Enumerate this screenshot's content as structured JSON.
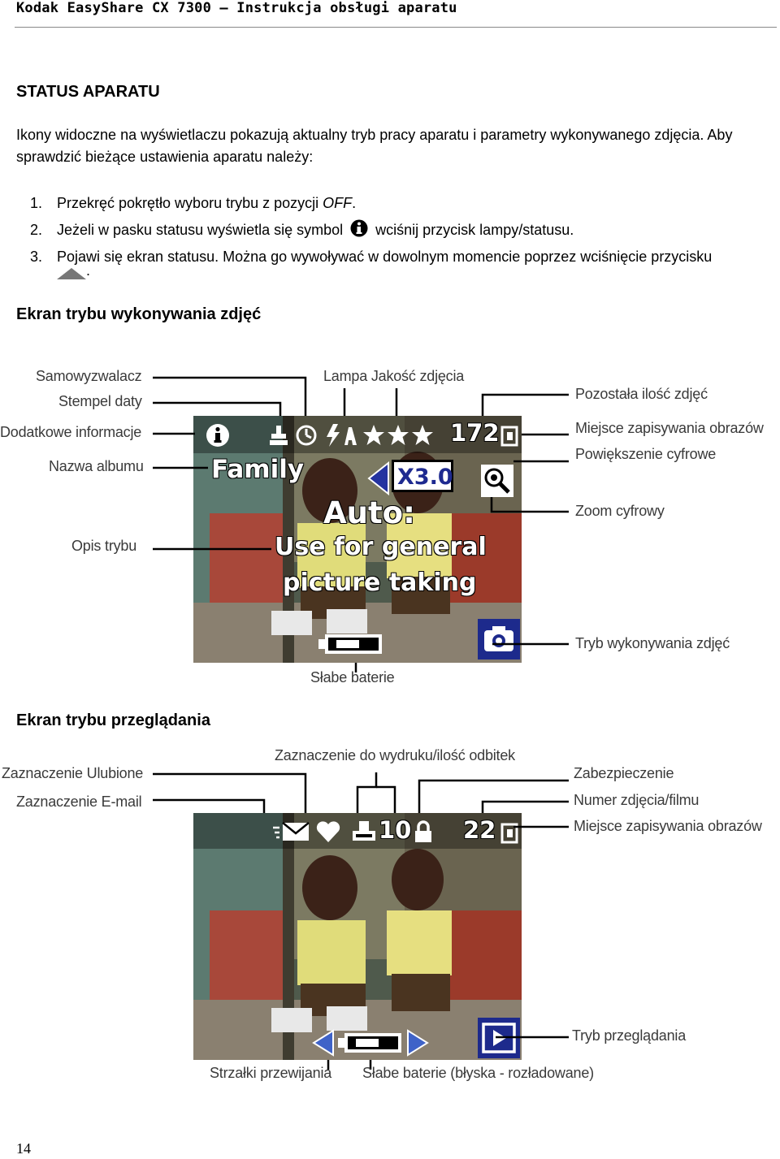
{
  "header": {
    "running_head": "Kodak EasyShare CX 7300 – Instrukcja obsługi aparatu"
  },
  "section": {
    "title": "STATUS APARATU",
    "intro": "Ikony widoczne na wyświetlaczu pokazują aktualny tryb pracy aparatu i parametry wykonywanego zdjęcia. Aby sprawdzić bieżące ustawienia aparatu należy:",
    "steps": [
      {
        "num": "1.",
        "text_a": "Przekręć pokrętło wyboru trybu z pozycji ",
        "text_b": "OFF",
        "text_c": "."
      },
      {
        "num": "2.",
        "text_a": "Jeżeli w pasku statusu wyświetla się symbol",
        "text_b": "wciśnij przycisk lampy/statusu."
      },
      {
        "num": "3.",
        "text_a": "Pojawi się ekran statusu. Można go wywoływać w dowolnym momencie poprzez wciśnięcie przycisku",
        "text_b": "."
      }
    ]
  },
  "capture_screen": {
    "title": "Ekran trybu wykonywania zdjęć",
    "labels": {
      "samowyzwalacz": "Samowyzwalacz",
      "stempel": "Stempel daty",
      "dodatkowe": "Dodatkowe informacje",
      "album": "Nazwa albumu",
      "opis": "Opis trybu",
      "lampa_jakosc": "Lampa Jakość zdjęcia",
      "pozostala": "Pozostała ilość zdjęć",
      "miejsce": "Miejsce zapisywania obrazów",
      "powiekszenie": "Powiększenie cyfrowe",
      "zoom": "Zoom cyfrowy",
      "tryb": "Tryb wykonywania zdjęć",
      "baterie": "Słabe baterie"
    },
    "overlay": {
      "count": "172",
      "album": "Family",
      "zoom": "X3.0",
      "mode_title": "Auto:",
      "mode_line1": "Use for general",
      "mode_line2": "picture taking"
    }
  },
  "review_screen": {
    "title": "Ekran trybu przeglądania",
    "labels": {
      "wydruk": "Zaznaczenie do wydruku/ilość odbitek",
      "ulubione": "Zaznaczenie Ulubione",
      "email": "Zaznaczenie E-mail",
      "zabezpieczenie": "Zabezpieczenie",
      "numer": "Numer zdjęcia/filmu",
      "miejsce": "Miejsce zapisywania obrazów",
      "tryb": "Tryb przeglądania",
      "strzalki": "Strzałki przewijania",
      "baterie": "Słabe baterie (błyska - rozładowane)"
    },
    "overlay": {
      "prints": "10",
      "number": "22"
    }
  },
  "footer": {
    "page_number": "14"
  }
}
